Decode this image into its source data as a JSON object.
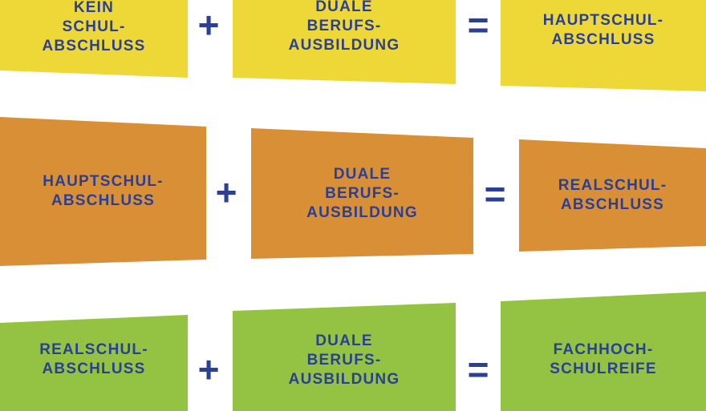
{
  "colors": {
    "row1": "#eed838",
    "row2": "#d98f36",
    "row3": "#94c242",
    "text": "#2b3f94"
  },
  "operators": {
    "plus": "+",
    "equals": "="
  },
  "rows": [
    {
      "color": "#eed838",
      "start": "KEIN\nSCHUL-\nABSCHLUSS",
      "training": "DUALE\nBERUFS-\nAUSBILDUNG",
      "result": "HAUPTSCHUL-\nABSCHLUSS"
    },
    {
      "color": "#d98f36",
      "start": "HAUPTSCHUL-\nABSCHLUSS",
      "training": "DUALE\nBERUFS-\nAUSBILDUNG",
      "result": "REALSCHUL-\nABSCHLUSS"
    },
    {
      "color": "#94c242",
      "start": "REALSCHUL-\nABSCHLUSS",
      "training": "DUALE\nBERUFS-\nAUSBILDUNG",
      "result": "FACHHOCH-\nSCHULREIFE"
    }
  ]
}
